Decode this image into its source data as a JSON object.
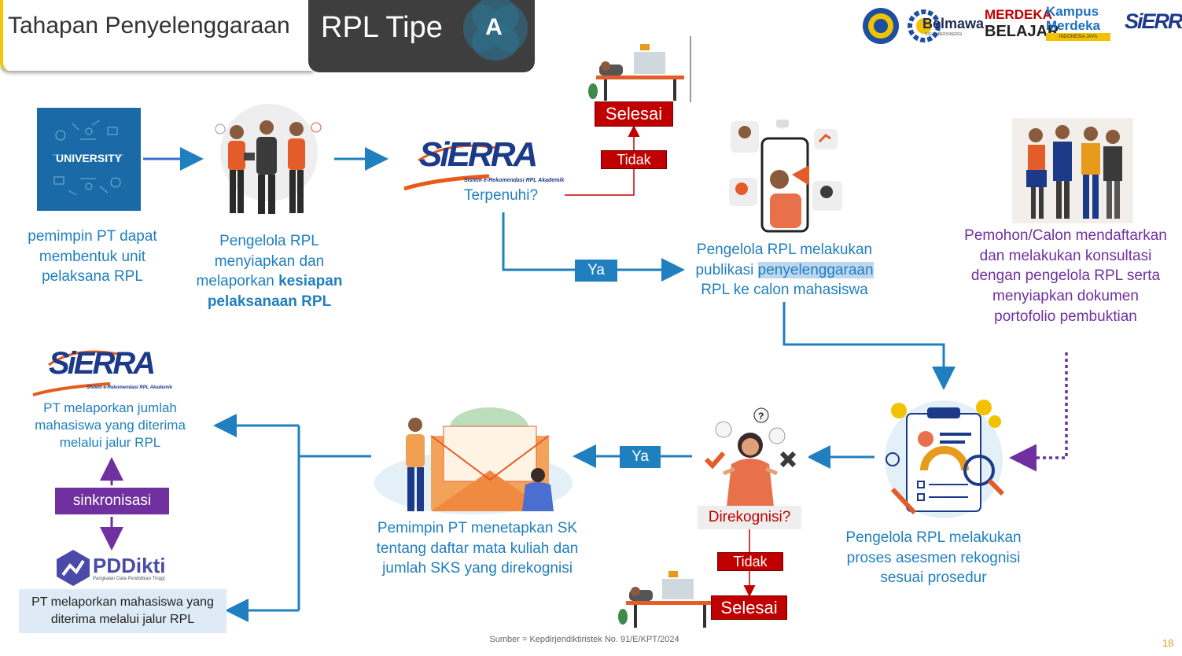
{
  "header": {
    "title": "Tahapan Penyelenggaraan",
    "subtitle": "RPL Tipe",
    "badge": "A"
  },
  "logos": {
    "belmawa": "Belmawa",
    "belmawa_tag": "SIGAP BERSINERGI",
    "merdeka_top": "MERDEKA",
    "merdeka_bottom": "BELAJAR",
    "kampus_top": "Kampus",
    "kampus_bottom": "Merdeka",
    "kampus_tag": "INDONESIA JAYA",
    "sierra_small": "SiERRA"
  },
  "sierra": {
    "name": "SiERRA",
    "tagline": "Sistem e-Rekomendasi RPL Akademik"
  },
  "pddikti": {
    "name": "PDDikti",
    "tagline": "Pangkalan Data Pendidikan Tinggi"
  },
  "university_badge": "UNIVERSITY",
  "steps": {
    "step1": "pemimpin PT dapat membentuk unit pelaksana RPL",
    "step2_a": "Pengelola RPL menyiapkan dan melaporkan ",
    "step2_b": "kesiapan pelaksanaan RPL",
    "question1": "Terpenuhi?",
    "no1": "Tidak",
    "end1": "Selesai",
    "yes1": "Ya",
    "step3_a": "Pengelola RPL melakukan publikasi ",
    "step3_hl": "penyelenggaraan",
    "step3_b": " RPL ke calon mahasiswa",
    "step4": "Pemohon/Calon mendaftarkan dan melakukan konsultasi dengan pengelola RPL serta menyiapkan dokumen portofolio pembuktian",
    "step5": "Pengelola RPL melakukan proses asesmen rekognisi sesuai prosedur",
    "question2": "Direkognisi?",
    "no2": "Tidak",
    "end2": "Selesai",
    "yes2": "Ya",
    "step6": "Pemimpin PT menetapkan SK tentang daftar mata kuliah dan jumlah SKS yang direkognisi",
    "step7": "PT melaporkan jumlah mahasiswa yang diterima melalui jalur RPL",
    "sync": "sinkronisasi",
    "step8": "PT melaporkan mahasiswa yang diterima melalui jalur RPL"
  },
  "footer": {
    "source": "Sumber = Kepdirjendiktiristek No. 91/E/KPT/2024",
    "page": "18"
  },
  "colors": {
    "flow_blue": "#1f7fbf",
    "decision_red": "#c00000",
    "applicant_purple": "#7030a0",
    "highlight": "#bcd7ee"
  }
}
